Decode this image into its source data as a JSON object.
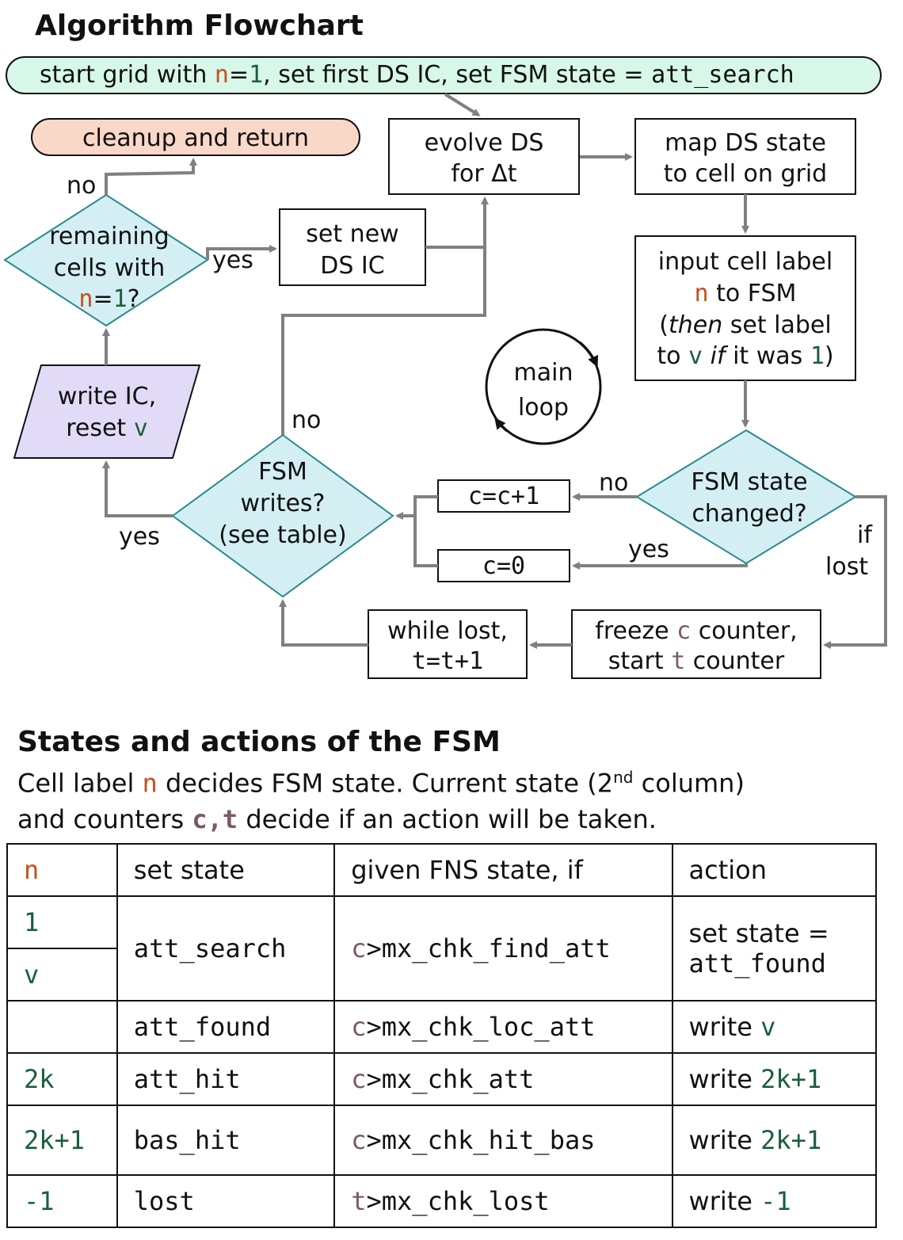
{
  "flowchart": {
    "title": "Algorithm Flowchart",
    "start": {
      "pre": "start grid with ",
      "n": "n",
      "eq": "=",
      "one": "1",
      "mid": ", set first DS IC, set FSM state = ",
      "state": "att_search"
    },
    "cleanup": "cleanup and return",
    "evolve": {
      "line1": "evolve DS",
      "line2": "for Δt"
    },
    "map": {
      "line1": "map DS state",
      "line2": "to cell on grid"
    },
    "input": {
      "line1": "input cell label",
      "n": "n",
      "line2b": " to FSM",
      "paren": "(",
      "then": "then",
      "line3b": " set label",
      "to": "to ",
      "v": "v",
      "if": "if",
      "was": " it was ",
      "one": "1",
      "close": ")"
    },
    "remaining": {
      "line1": "remaining",
      "line2": "cells with",
      "n": "n",
      "eq": "=",
      "one": "1",
      "q": "?"
    },
    "set_new": {
      "line1": "set new",
      "line2": "DS IC"
    },
    "main_loop": {
      "line1": "main",
      "line2": "loop"
    },
    "write_ic": {
      "line1": "write IC,",
      "line2": "reset ",
      "v": "v"
    },
    "fsm_writes": {
      "line1": "FSM",
      "line2": "writes?",
      "line3": "(see table)"
    },
    "fsm_changed": {
      "line1": "FSM state",
      "line2": "changed?"
    },
    "c_inc": "c=c+1",
    "c_zero": "c=0",
    "while_lost": {
      "line1": "while lost,",
      "line2": "t=t+1"
    },
    "freeze": {
      "pre": "freeze ",
      "c": "c",
      "post": " counter,",
      "line2a": "start ",
      "t": "t",
      "line2b": " counter"
    },
    "labels": {
      "no_top": "no",
      "yes_remaining": "yes",
      "no_writes": "no",
      "yes_writes": "yes",
      "no_changed": "no",
      "yes_changed": "yes",
      "if": "if",
      "lost": "lost"
    }
  },
  "fsm_section": {
    "title": "States and actions of the FSM",
    "desc1_pre": "Cell label ",
    "desc1_n": "n",
    "desc1_mid": " decides FSM state. Current state (2",
    "desc1_sup": "nd",
    "desc1_post": " column)",
    "desc2_pre": "and counters ",
    "desc2_ct": "c,t",
    "desc2_post": " decide if an action will be taken.",
    "headers": [
      "n",
      "set state",
      "given FNS state, if",
      "action"
    ],
    "rows": [
      {
        "n": "1",
        "state": "att_search",
        "cond_var": "c",
        "cond": ">mx_chk_find_att",
        "action": "set state  =",
        "action2": "att_found"
      },
      {
        "n": "v"
      },
      {
        "n": "",
        "state": "att_found",
        "cond_var": "c",
        "cond": ">mx_chk_loc_att",
        "action": "write ",
        "action_val": "v"
      },
      {
        "n": "2k",
        "state": "att_hit",
        "cond_var": "c",
        "cond": ">mx_chk_att",
        "action": "write ",
        "action_val": "2k+1"
      },
      {
        "n": "2k+1",
        "state": "bas_hit",
        "cond_var": "c",
        "cond": ">mx_chk_hit_bas",
        "action": "write ",
        "action_val": "2k+1"
      },
      {
        "n": "-1",
        "state": "lost",
        "cond_var": "t",
        "cond": ">mx_chk_lost",
        "action": "write ",
        "action_val": "-1"
      }
    ]
  }
}
